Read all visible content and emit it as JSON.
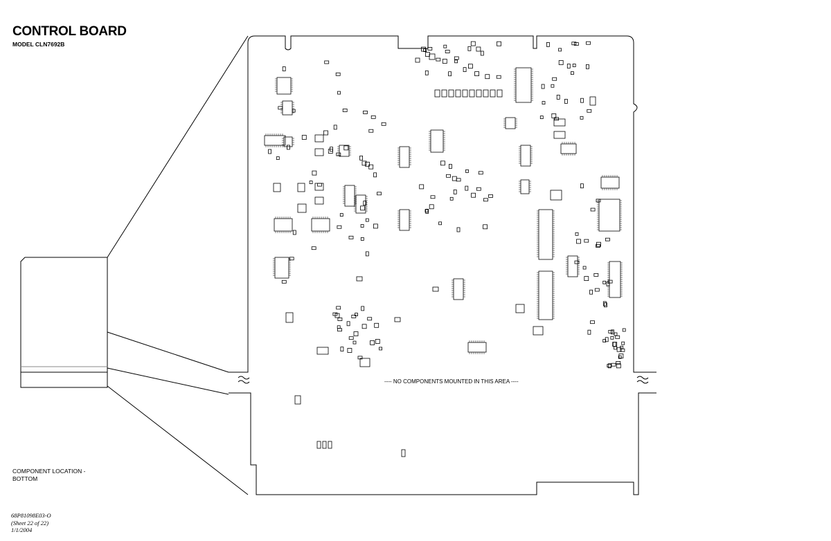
{
  "header": {
    "title": "CONTROL BOARD",
    "model": "MODEL CLN7692B"
  },
  "board": {
    "banner": "---- NO COMPONENTS MOUNTED IN THIS AREA ----"
  },
  "footer": {
    "location_label": "COMPONENT LOCATION - BOTTOM",
    "doc_number": "68P81098E03-O",
    "sheet": "(Sheet 22 of 22)",
    "date": "1/1/2004"
  }
}
